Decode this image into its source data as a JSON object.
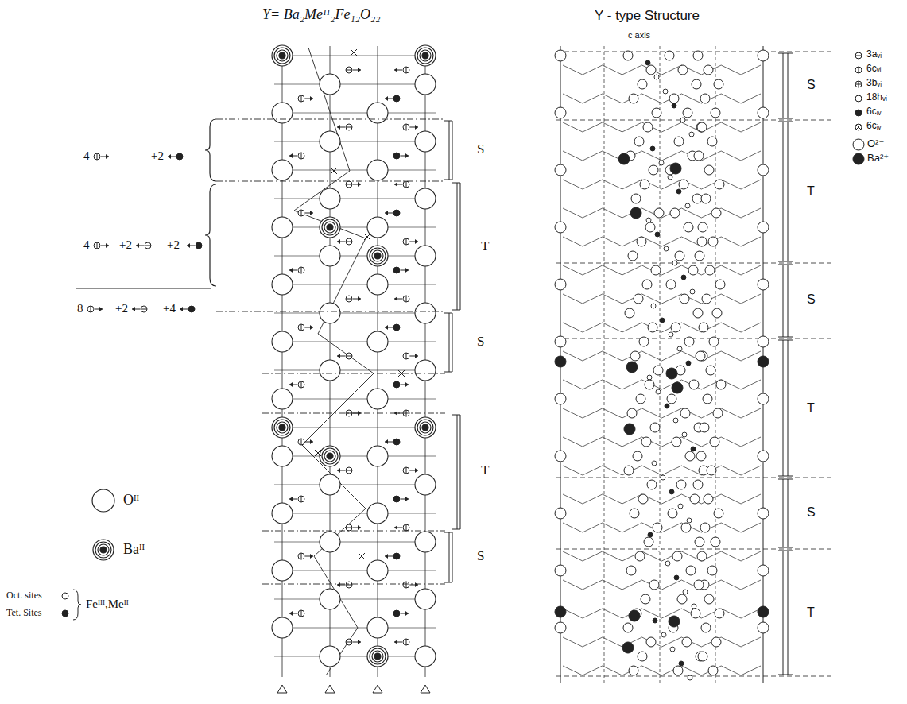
{
  "diagram": {
    "title": "Y= Ba₂Meᴵᴵ₂Fe₁₂O₂₂",
    "labels": [
      "Y - type Structure",
      "c axis",
      "4",
      "+2",
      "4",
      "+2",
      "+2",
      "8",
      "+2",
      "+4",
      "S",
      "T",
      "S",
      "T",
      "S",
      "S",
      "T",
      "S",
      "T",
      "S",
      "T",
      "Feᴵᴵᴵ,Meᴵᴵ"
    ],
    "legend": [
      {
        "text": "Oᴵᴵ"
      },
      {
        "text": "Baᴵᴵ"
      },
      {
        "text": "Oct. sites"
      },
      {
        "text": "Tet. Sites"
      },
      {
        "text": "3aᵥᵢ"
      },
      {
        "text": "6cᵥᵢ"
      },
      {
        "text": "3bᵥᵢ"
      },
      {
        "text": "18hᵥᵢ"
      },
      {
        "text": "6cᵢᵥ"
      },
      {
        "text": "6cᵢᵥ"
      },
      {
        "text": "O²⁻"
      },
      {
        "text": "Ba²⁺"
      }
    ]
  }
}
